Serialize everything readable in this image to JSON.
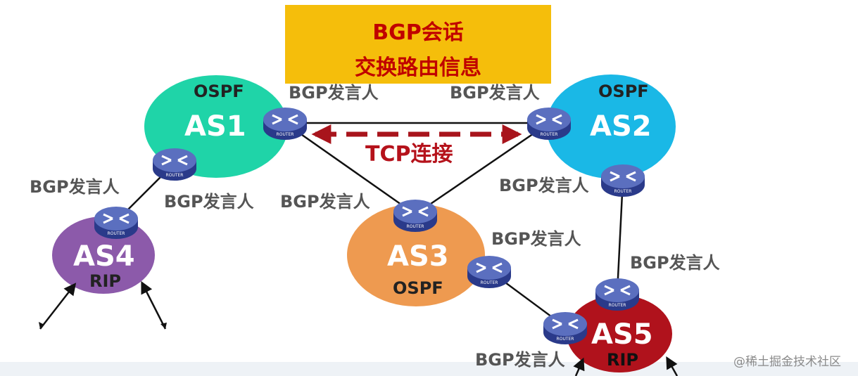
{
  "banner": {
    "line1": "BGP会话",
    "line2": "交换路由信息"
  },
  "tcp_label": "TCP连接",
  "router_caption": "ROUTER",
  "systems": {
    "as1": {
      "name": "AS1",
      "protocol": "OSPF",
      "color": "#1fd4a8"
    },
    "as2": {
      "name": "AS2",
      "protocol": "OSPF",
      "color": "#1ab8e6"
    },
    "as3": {
      "name": "AS3",
      "protocol": "OSPF",
      "color": "#ee9a50"
    },
    "as4": {
      "name": "AS4",
      "protocol": "RIP",
      "color": "#8c5aaa"
    },
    "as5": {
      "name": "AS5",
      "protocol": "RIP",
      "color": "#b0121c"
    }
  },
  "speaker_labels": {
    "s1": "BGP发言人",
    "s2": "BGP发言人",
    "s3": "BGP发言人",
    "s4": "BGP发言人",
    "s5": "BGP发言人",
    "s6": "BGP发言人",
    "s7": "BGP发言人",
    "s8": "BGP发言人",
    "s9": "BGP发言人"
  },
  "watermark": "@稀土掘金技术社区"
}
